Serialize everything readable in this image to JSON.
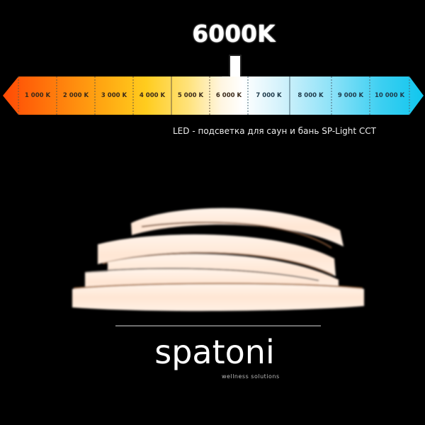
{
  "headline": "6000K",
  "selected_temperature": "6 000 K",
  "scale": {
    "segments": [
      {
        "label": "1 000 K",
        "color": "#ff5a0a"
      },
      {
        "label": "2 000 K",
        "color": "#ff9a10"
      },
      {
        "label": "3 000 K",
        "color": "#ffc21a"
      },
      {
        "label": "4 000 K",
        "color": "#ffd640"
      },
      {
        "label": "5 000 K",
        "color": "#fff0c8"
      },
      {
        "label": "6 000 K",
        "color": "#ffffff"
      },
      {
        "label": "7 000 K",
        "color": "#d8f4fc"
      },
      {
        "label": "8 000 K",
        "color": "#a8e8fa"
      },
      {
        "label": "9 000 K",
        "color": "#62d6f4"
      },
      {
        "label": "10 000 K",
        "color": "#18c8ee"
      }
    ]
  },
  "subtitle": "LED - подсветка для саун и бань SP-Light CCT",
  "brand": {
    "name": "spatoni",
    "tagline": "wellness solutions"
  }
}
